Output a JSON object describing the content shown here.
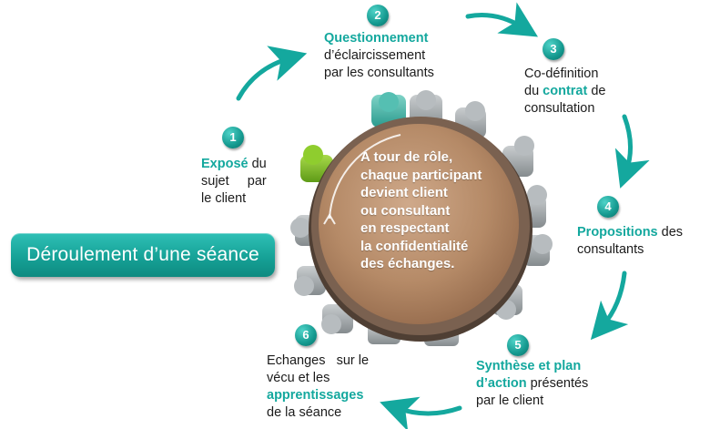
{
  "title": "Déroulement d’une séance",
  "center": {
    "lines": [
      "A tour de rôle,",
      "chaque participant",
      "devient client",
      "ou consultant",
      "en respectant",
      "la confidentialité",
      "des échanges."
    ]
  },
  "steps": [
    {
      "number": "1",
      "highlight": "Exposé",
      "line1_rest": " du",
      "line2": "sujet     par",
      "line3": "le client"
    },
    {
      "number": "2",
      "highlight": "Questionnement",
      "line2": "d’éclaircissement",
      "line3": "par les consultants"
    },
    {
      "number": "3",
      "line1": "Co-définition",
      "line2_pre": "du ",
      "highlight": "contrat",
      "line2_post": " de",
      "line3": "consultation"
    },
    {
      "number": "4",
      "highlight": "Propositions",
      "line1_rest": " des",
      "line2": "consultants"
    },
    {
      "number": "5",
      "highlight_line1": "Synthèse et plan",
      "highlight_line2": "d’action",
      "line2_rest": " présentés",
      "line3": "par le client"
    },
    {
      "number": "6",
      "line1": "Echanges   sur le",
      "line2": "vécu et les",
      "highlight": "apprentissages",
      "line4": "de la séance"
    }
  ],
  "colors": {
    "accent": "#14a89e",
    "table_top": "#b88f6d",
    "table_rim": "#6a5445",
    "figure_grey": "#9aa0a3",
    "figure_green": "#7dbb2a"
  }
}
